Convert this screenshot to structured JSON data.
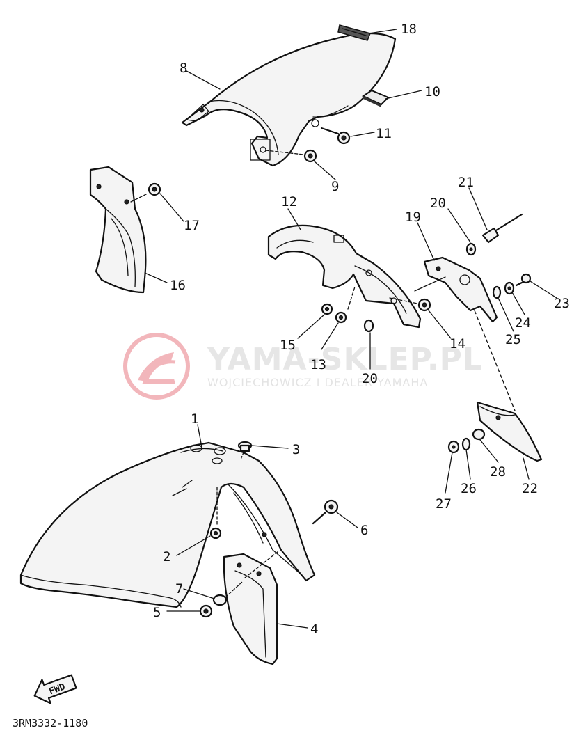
{
  "diagram_code": "3RM3332-1180",
  "fwd_label": "FWD",
  "watermark": {
    "title": "YAMA-SKLEP.PL",
    "subtitle": "WOJCIECHOWICZ I DEALER YAMAHA",
    "logo_color": "#f2b6bb"
  },
  "callouts": [
    "1",
    "2",
    "3",
    "4",
    "5",
    "6",
    "7",
    "8",
    "9",
    "10",
    "11",
    "12",
    "13",
    "14",
    "15",
    "16",
    "17",
    "18",
    "19",
    "20",
    "20",
    "21",
    "22",
    "23",
    "24",
    "25",
    "26",
    "27",
    "28"
  ]
}
